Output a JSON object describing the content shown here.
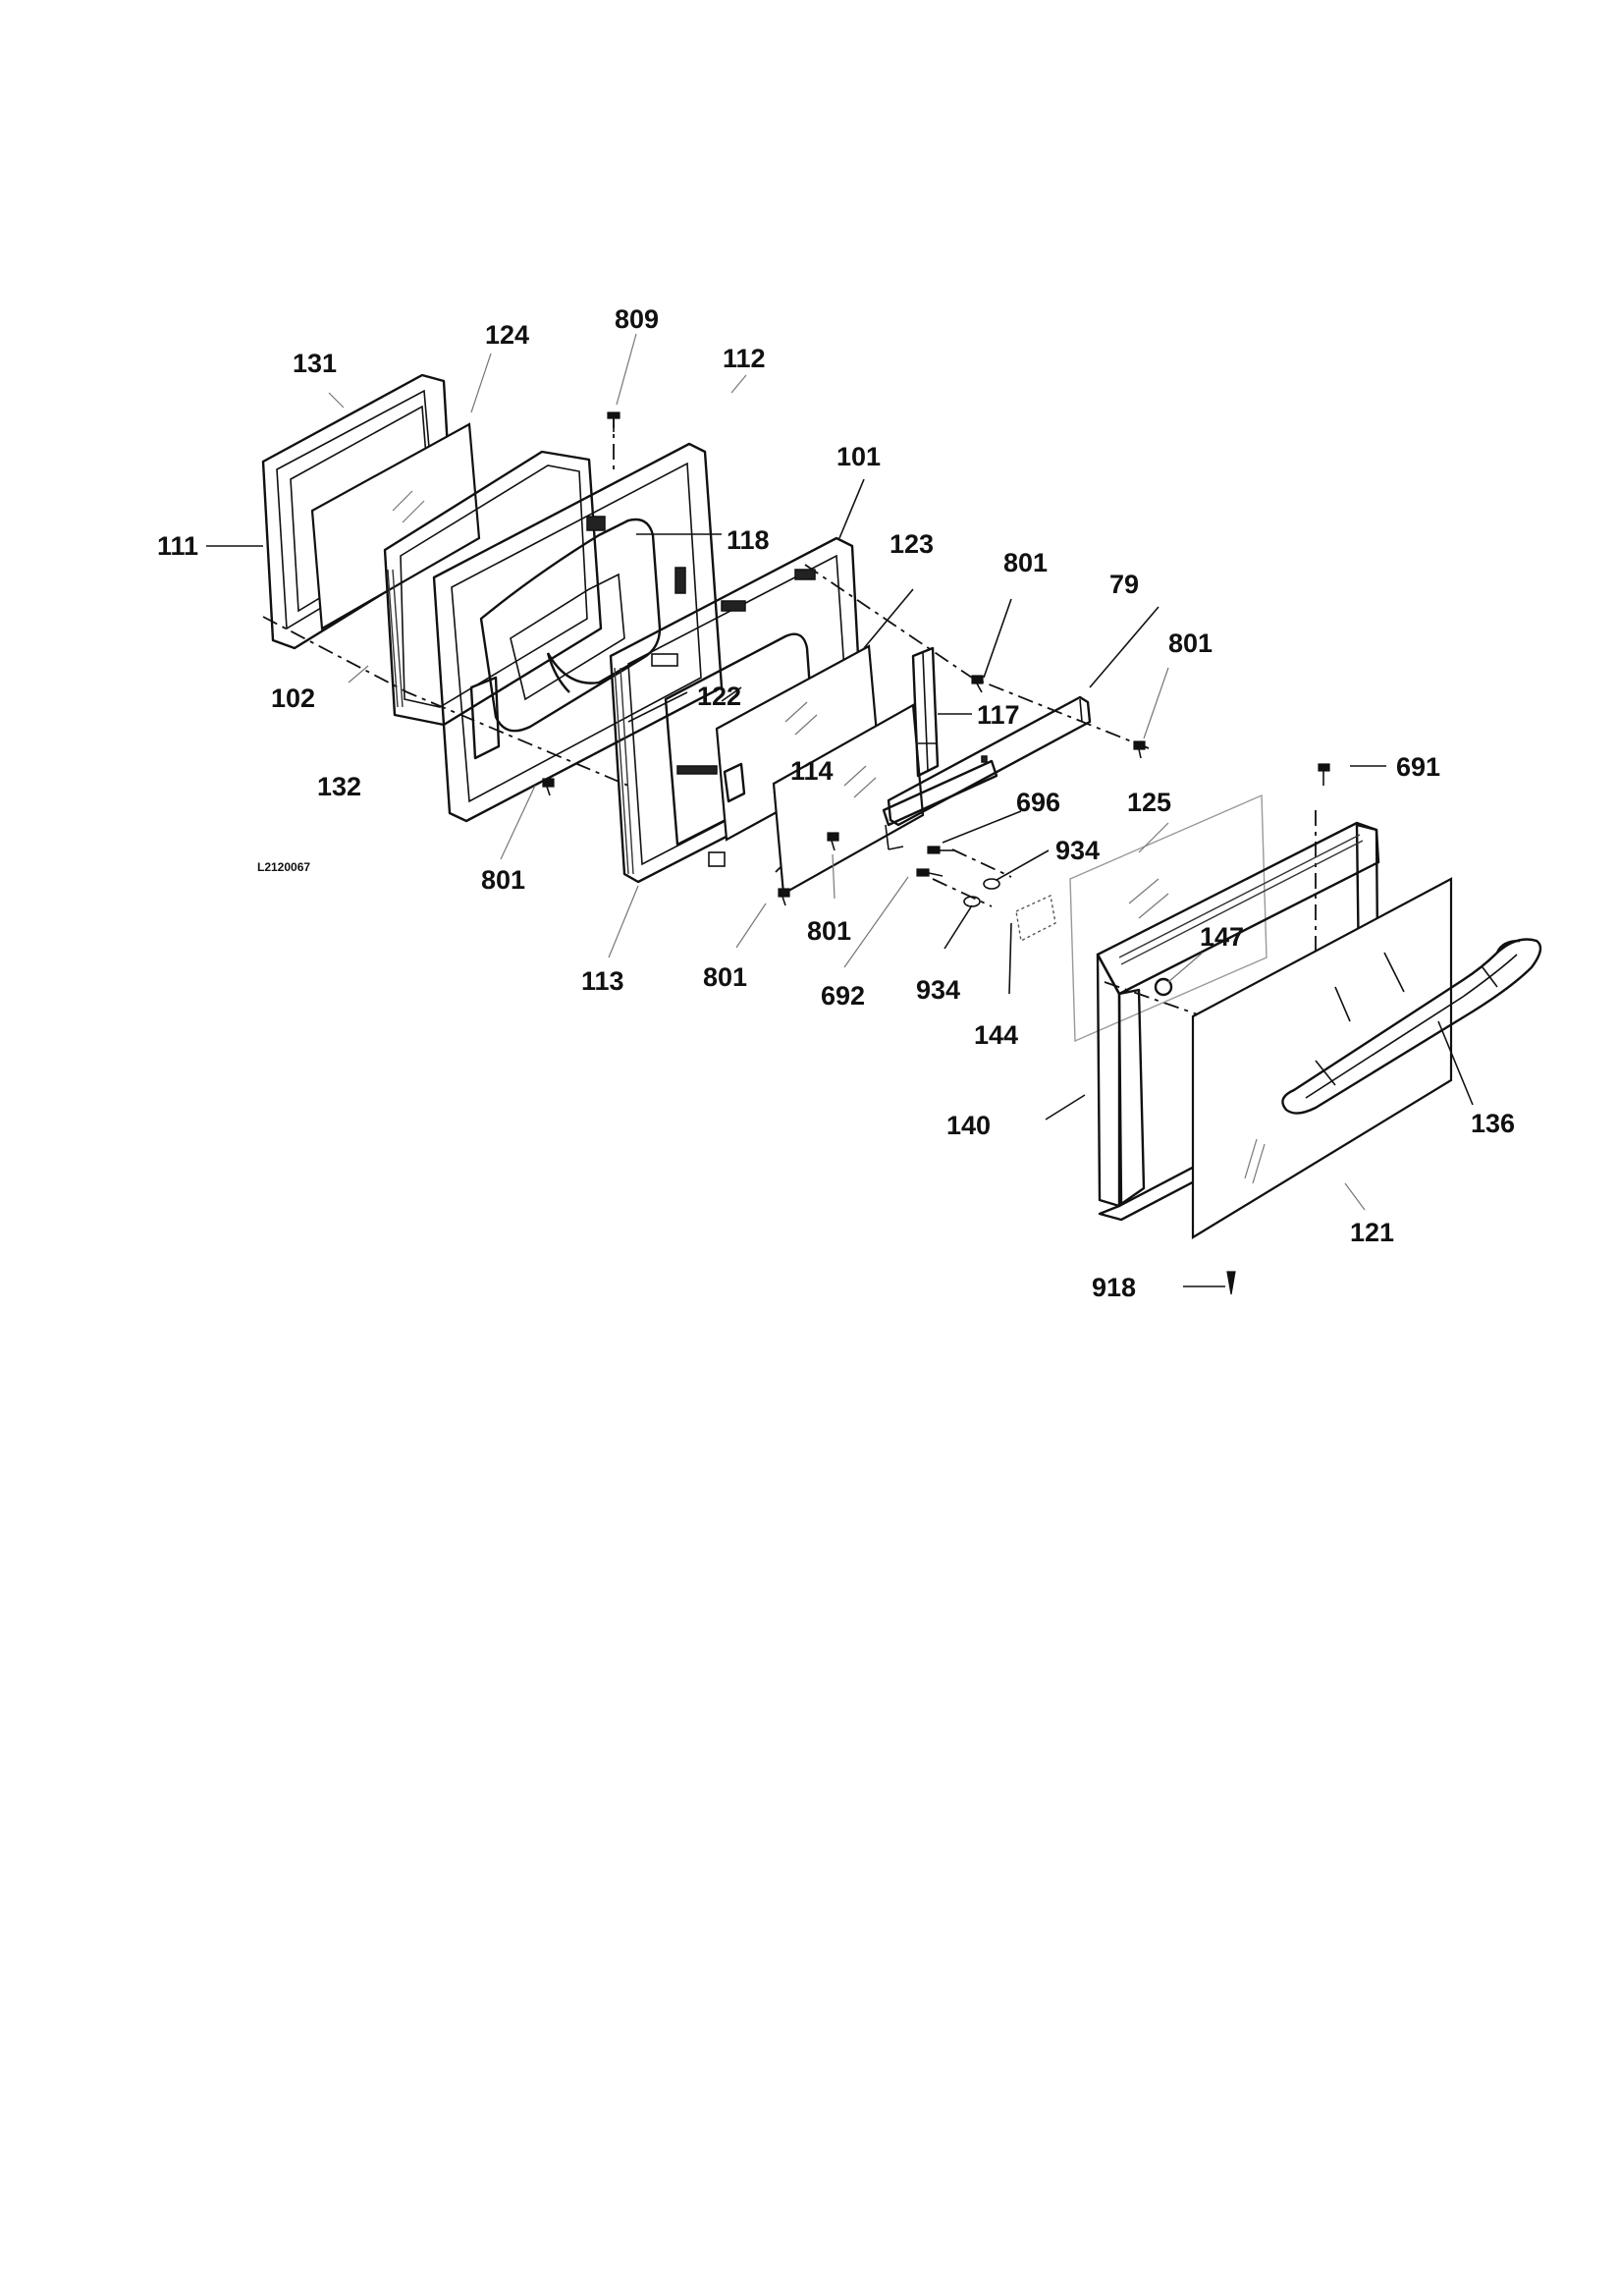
{
  "drawing_code": "L2120067",
  "labels": {
    "l131": "131",
    "l124": "124",
    "l809": "809",
    "l112": "112",
    "l101": "101",
    "l111": "111",
    "l118": "118",
    "l123": "123",
    "l801a": "801",
    "l79": "79",
    "l801b": "801",
    "l102": "102",
    "l122": "122",
    "l117": "117",
    "l132": "132",
    "l114": "114",
    "l691": "691",
    "l696": "696",
    "l125": "125",
    "l934a": "934",
    "l801c": "801",
    "l801d": "801",
    "l147": "147",
    "l113": "113",
    "l801e": "801",
    "l692": "692",
    "l934b": "934",
    "l144": "144",
    "l136": "136",
    "l140": "140",
    "l121": "121",
    "l918": "918"
  }
}
